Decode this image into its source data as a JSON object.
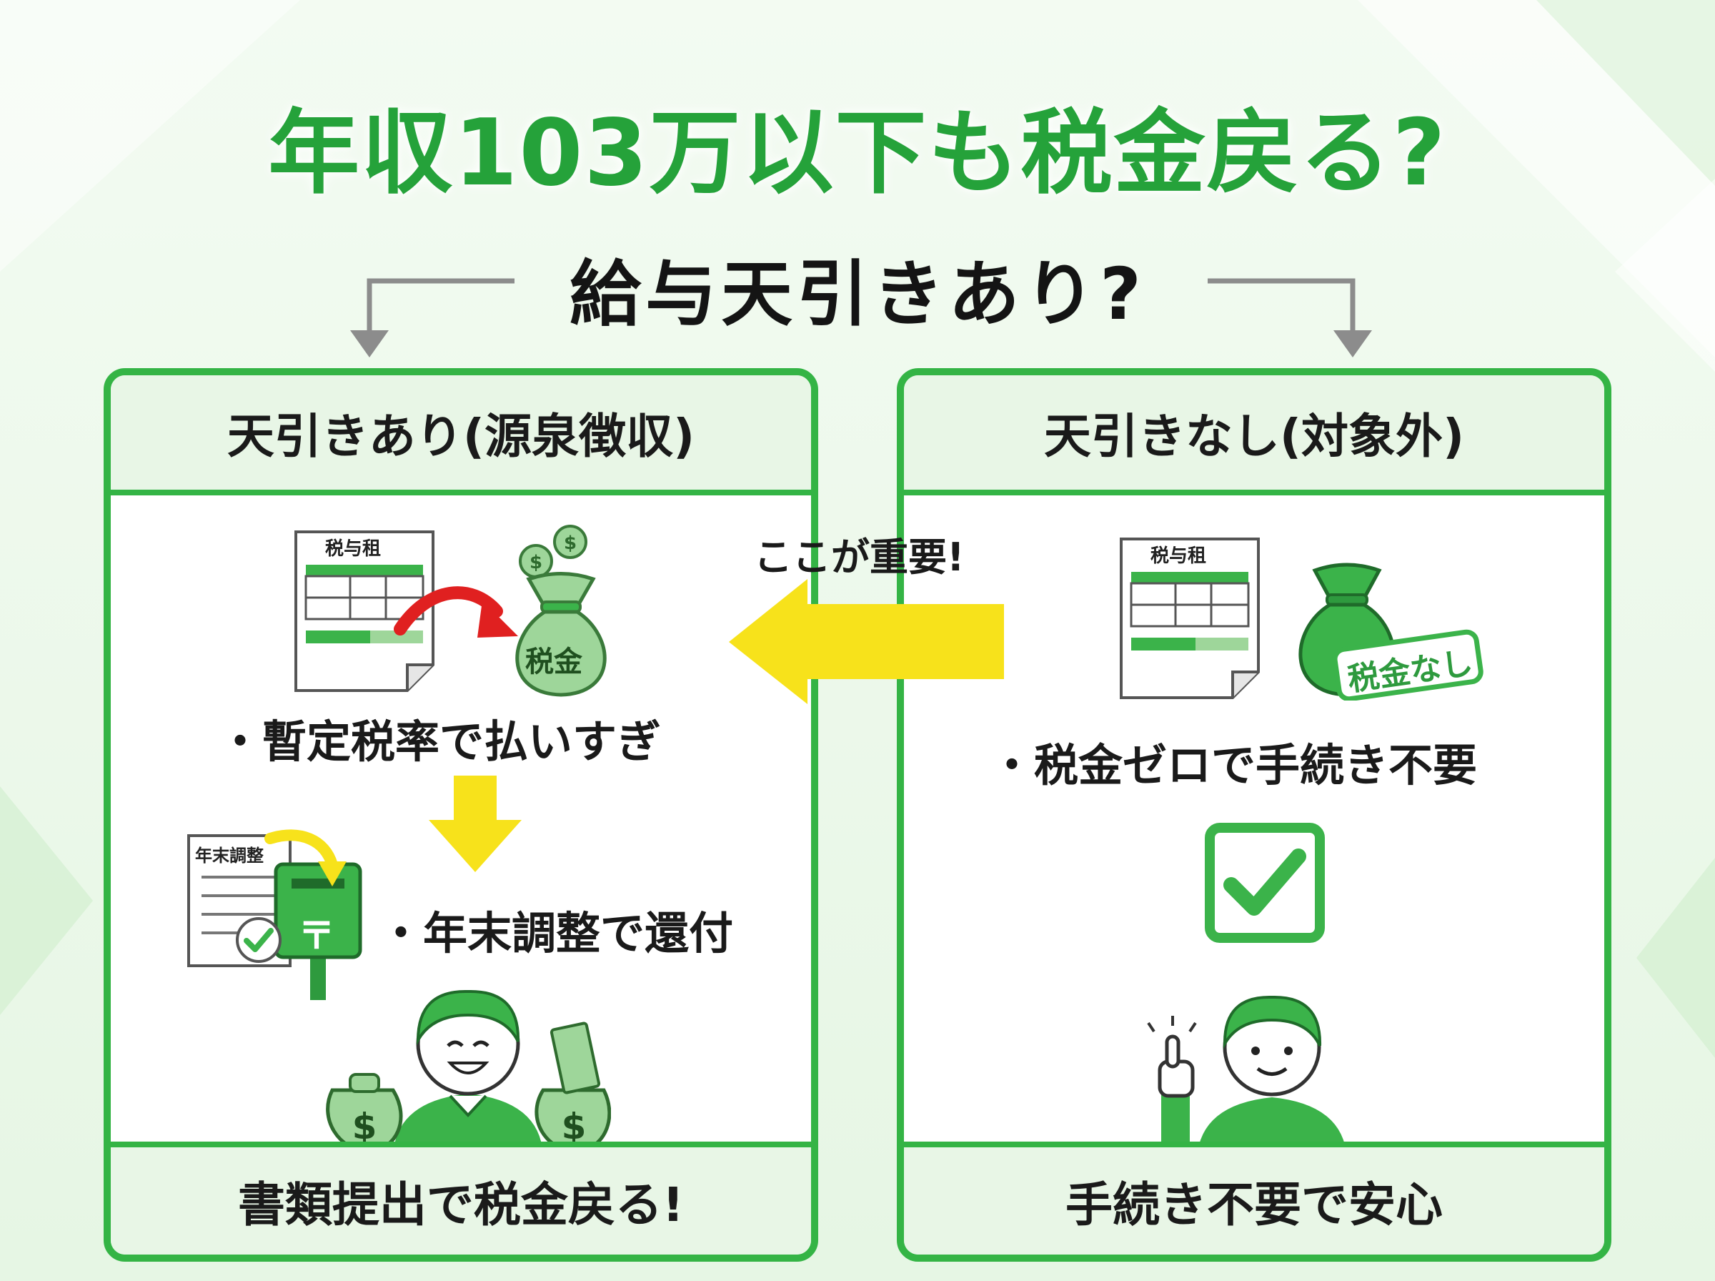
{
  "title": "年収103万以下も税金戻る?",
  "question": "給与天引きあり?",
  "callout": "ここが重要!",
  "left_panel": {
    "header": "天引きあり(源泉徴収)",
    "slip_label": "税与租",
    "bag_label": "税金",
    "bullet1": "・暫定税率で払いすぎ",
    "form_label": "年末調整",
    "post_mark": "〒",
    "bullet2": "・年末調整で還付",
    "footer": "書類提出で税金戻る!"
  },
  "right_panel": {
    "header": "天引きなし(対象外)",
    "slip_label": "税与租",
    "stamp_label": "税金なし",
    "bullet1": "・税金ゼロで手続き不要",
    "footer": "手続き不要で安心"
  },
  "colors": {
    "brand_green": "#34b445",
    "title_green": "#25a23a",
    "callout_yellow": "#f7e21b",
    "red_arrow": "#e02020"
  },
  "icons": [
    "payslip-icon",
    "money-bag-icon",
    "coin-icon",
    "red-arrow-icon",
    "down-arrow-icon",
    "year-end-form-icon",
    "mailbox-icon",
    "happy-man-icon",
    "thumbs-up-man-icon",
    "checkbox-check-icon",
    "tax-free-stamp-icon",
    "yellow-left-arrow-icon"
  ]
}
